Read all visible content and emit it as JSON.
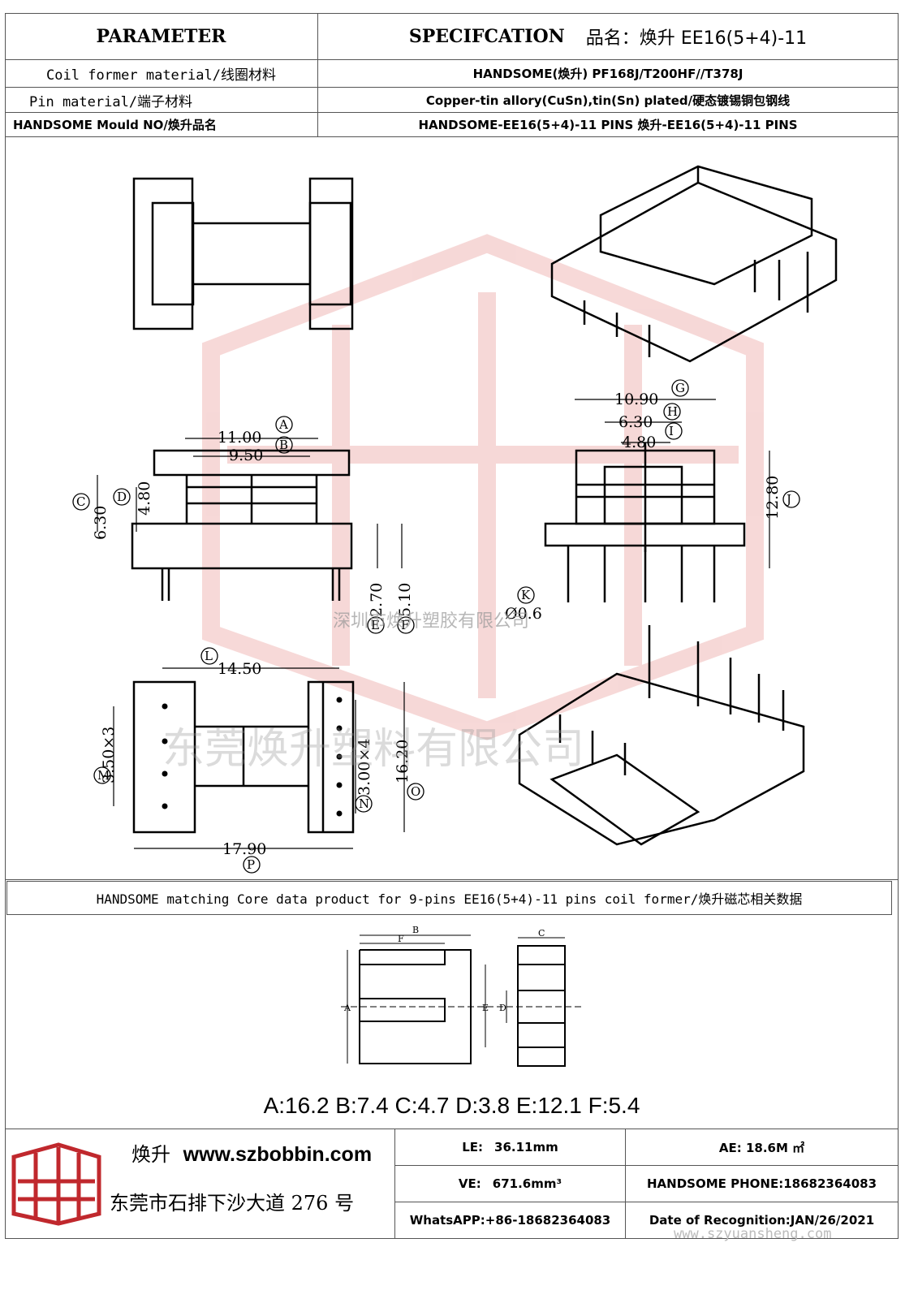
{
  "header": {
    "parameter": "PARAMETER",
    "specification": "SPECIFCATION",
    "product_name_label": "品名：焕升",
    "product_name": "EE16(5+4)-11"
  },
  "rows": [
    {
      "label": "Coil former material/线圈材料",
      "value": "HANDSOME(焕升)   PF168J/T200HF//T378J"
    },
    {
      "label": "Pin material/端子材料",
      "value": "Copper-tin allory(CuSn),tin(Sn) plated/硬态镀锡铜包钢线"
    },
    {
      "label": "HANDSOME Mould NO/焕升品名",
      "value": "HANDSOME-EE16(5+4)-11 PINS    焕升-EE16(5+4)-11 PINS"
    }
  ],
  "drawing": {
    "dims": {
      "a": "11.00",
      "b": "9.50",
      "c": "6.30",
      "d": "4.80",
      "e": "2.70",
      "f": "5.10",
      "g": "10.90",
      "h": "6.30",
      "i": "4.80",
      "j": "12.80",
      "k": "Ø0.6",
      "l": "14.50",
      "m": "3.50×3",
      "n": "3.00×4",
      "o": "16.20",
      "p": "17.90"
    },
    "markers": [
      "A",
      "B",
      "C",
      "D",
      "E",
      "F",
      "G",
      "H",
      "I",
      "J",
      "K",
      "L",
      "M",
      "N",
      "O",
      "P"
    ],
    "watermark_company_small": "深圳市焕升塑胶有限公司",
    "watermark_company_large": "东莞焕升塑料有限公司"
  },
  "core": {
    "caption": "HANDSOME matching Core data  product for 9-pins EE16(5+4)-11 pins coil former/焕升磁芯相关数据",
    "labels": [
      "A",
      "B",
      "C",
      "D",
      "E",
      "F"
    ],
    "values_line": "A:16.2 B:7.4 C:4.7 D:3.8 E:12.1 F:5.4"
  },
  "footer": {
    "brand": "焕升",
    "website": "www.szbobbin.com",
    "address": "东莞市石排下沙大道 276 号",
    "le_label": "LE:",
    "le_value": "36.11mm",
    "ae": "AE: 18.6M ㎡",
    "ve_label": "VE:",
    "ve_value": "671.6mm³",
    "phone": "HANDSOME PHONE:18682364083",
    "whatsapp": "WhatsAPP:+86-18682364083",
    "date": "Date of Recognition:JAN/26/2021",
    "watermark_url": "www.szyuansheng.com"
  },
  "colors": {
    "border": "#555555",
    "watermark": "#d9534f",
    "logo_red": "#c0282d"
  }
}
